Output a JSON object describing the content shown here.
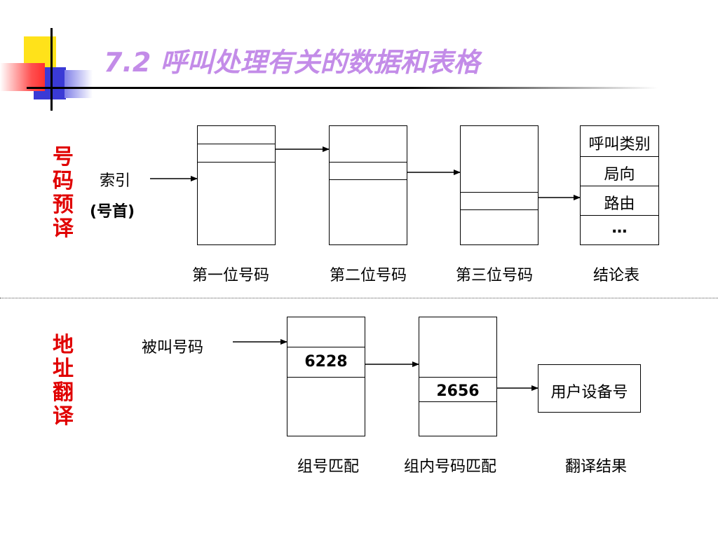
{
  "title": "7.2 呼叫处理有关的数据和表格",
  "section_top": {
    "label_chars": [
      "号",
      "码",
      "预",
      "译"
    ]
  },
  "section_bottom": {
    "label_chars": [
      "地",
      "址",
      "翻",
      "译"
    ]
  },
  "top": {
    "index_label": "索引",
    "index_sub": "(号首)",
    "table_labels": [
      "第一位号码",
      "第二位号码",
      "第三位号码",
      "结论表"
    ],
    "conclusion_rows": [
      "呼叫类别",
      "局向",
      "路由",
      "…"
    ]
  },
  "bottom": {
    "called_label": "被叫号码",
    "group_value": "6228",
    "inner_value": "2656",
    "result_box": "用户设备号",
    "table_labels": [
      "组号匹配",
      "组内号码匹配",
      "翻译结果"
    ]
  }
}
